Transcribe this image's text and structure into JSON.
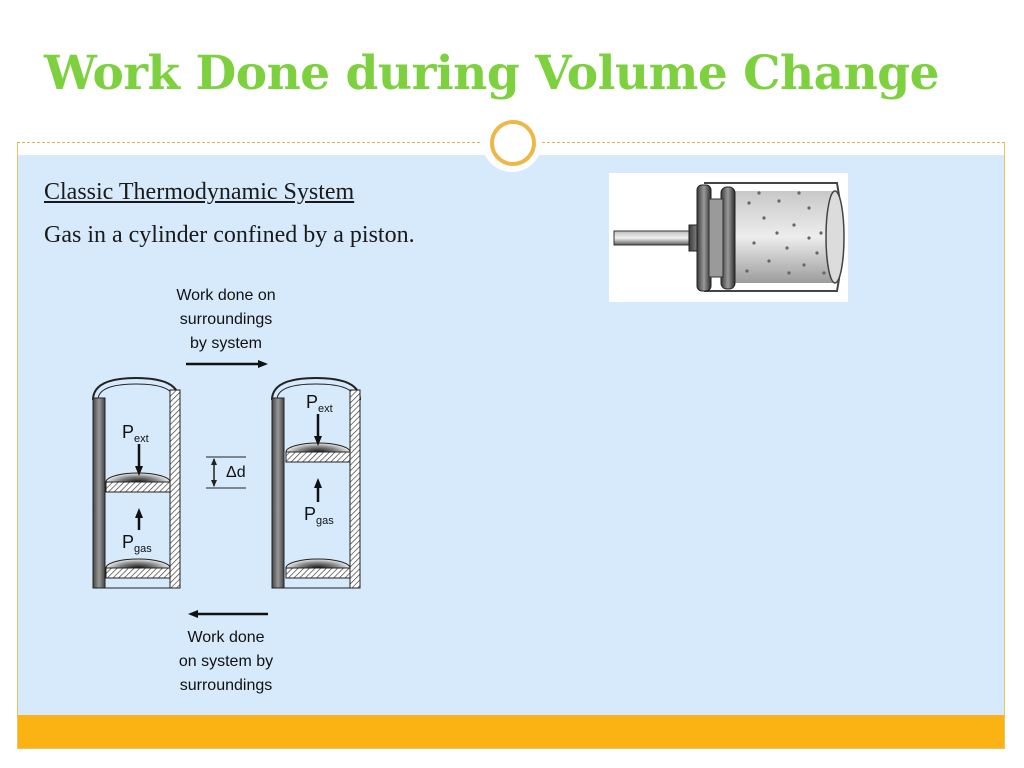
{
  "slide": {
    "title": "Work Done during Volume Change",
    "subheading": "Classic Thermodynamic System",
    "body": "Gas in a cylinder confined by a piston.",
    "accent_title_color": "#7ed13e",
    "footer_color": "#fbb313",
    "content_bg": "#d6eafc"
  },
  "diagram": {
    "top_label_1": "Work done on",
    "top_label_2": "surroundings",
    "top_label_3": "by system",
    "bottom_label_1": "Work done",
    "bottom_label_2": "on system by",
    "bottom_label_3": "surroundings",
    "p_main": "P",
    "p_ext_sub": "ext",
    "p_gas_sub": "gas",
    "delta_d": "Δd"
  }
}
